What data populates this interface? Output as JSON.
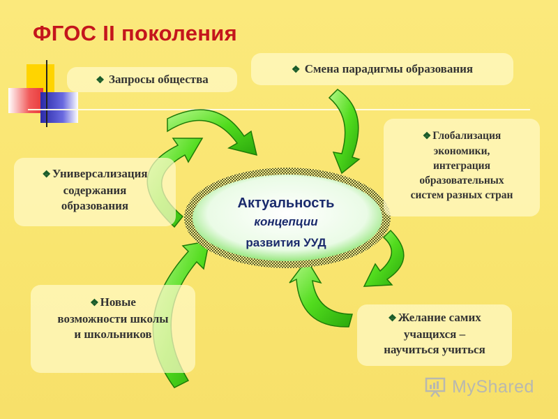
{
  "title": "ФГОС II поколения",
  "bullet_symbol": "❖",
  "center": {
    "line1": "Актуальность",
    "line2": "концепции",
    "line3": "развития УУД"
  },
  "boxes": {
    "top_left": {
      "lines": [
        "Запросы общества"
      ]
    },
    "top_center": {
      "lines": [
        "Смена парадигмы образования"
      ]
    },
    "right": {
      "lines": [
        "Глобализация",
        "экономики,",
        "интеграция",
        "образовательных",
        "систем разных стран"
      ]
    },
    "left": {
      "lines": [
        "Универсализация",
        "содержания",
        "образования"
      ]
    },
    "bottom_left": {
      "lines": [
        "Новые",
        "возможности школы",
        "и школьников"
      ]
    },
    "bottom_right": {
      "lines": [
        "Желание самих",
        "учащихся –",
        "научиться учиться"
      ]
    }
  },
  "watermark": "MyShared",
  "colors": {
    "title": "#c4151c",
    "arrow": "#4cd81c",
    "background": "#fae776",
    "center_text": "#1a2a6c"
  }
}
